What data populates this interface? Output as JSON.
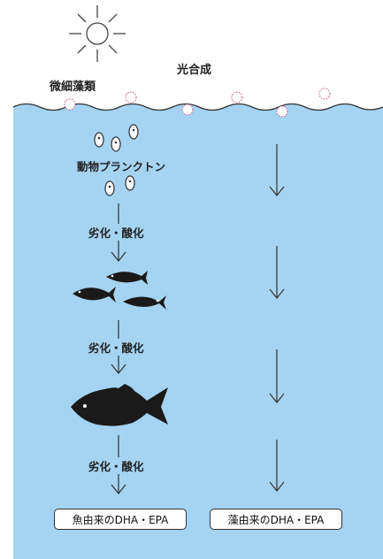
{
  "labels": {
    "photosynthesis": "光合成",
    "microalgae": "微細藻類",
    "zooplankton": "動物プランクトン",
    "degradation_1": "劣化・酸化",
    "degradation_2": "劣化・酸化",
    "degradation_3": "劣化・酸化"
  },
  "results": {
    "fish_origin": "魚由来のDHA・EPA",
    "algae_origin": "藻由来のDHA・EPA"
  },
  "colors": {
    "water": "#a5d3f2",
    "line": "#333333",
    "fish": "#1a1a1a",
    "sun": "#444444",
    "algae_dots": "#c94a7a"
  },
  "icons": [
    "sun-icon",
    "algae-icon",
    "zooplankton-icon",
    "fish-icon",
    "arrow-down-icon"
  ]
}
